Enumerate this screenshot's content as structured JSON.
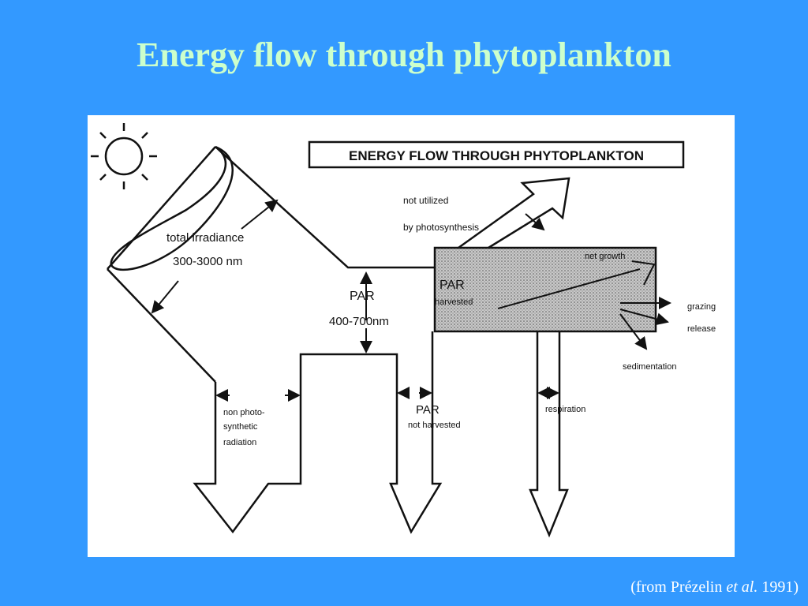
{
  "slide": {
    "title": "Energy flow through phytoplankton"
  },
  "diagram": {
    "box_title": "ENERGY FLOW THROUGH PHYTOPLANKTON",
    "total_irradiance": "total irradiance",
    "total_range": "300-3000 nm",
    "par": "PAR",
    "par_range": "400-700nm",
    "not_utilized_1": "not utilized",
    "not_utilized_2": "by photosynthesis",
    "par_harvested_label": "PAR",
    "harvested": "harvested",
    "net_growth": "net growth",
    "non_photo_1": "non photo-",
    "non_photo_2": "synthetic",
    "non_photo_3": "radiation",
    "par_not_harvested": "PAR",
    "not_harvested": "not harvested",
    "respiration": "respiration",
    "grazing": "grazing",
    "release": "release",
    "sedimentation": "sedimentation"
  },
  "footer": {
    "source_prefix": "(from Prézelin ",
    "source_etal": "et al.",
    "source_suffix": " 1991)"
  }
}
